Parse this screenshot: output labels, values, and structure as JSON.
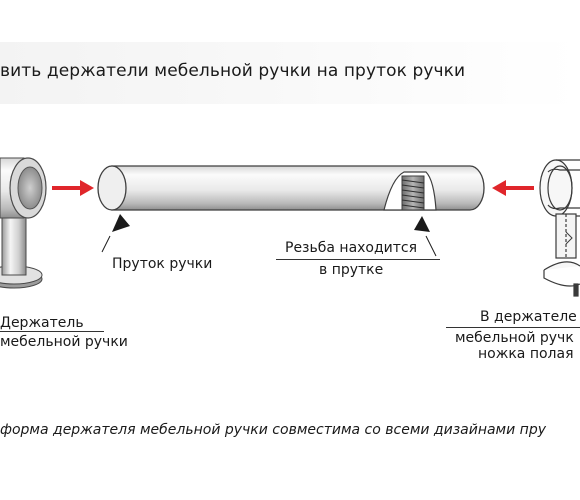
{
  "title": "вить держатели мебельной ручки на пруток ручки",
  "labels": {
    "rod": "Пруток ручки",
    "thread_line1": "Резьба находится",
    "thread_line2": "в прутке",
    "left_holder_line1": "Держатель",
    "left_holder_line2": "мебельной ручки",
    "right_holder_line1": "В держателе",
    "right_holder_line2": "мебельной ручк",
    "right_holder_line3": "ножка полая"
  },
  "footer": "форма держателя мебельной ручки совместима со всеми дизайнами пру",
  "colors": {
    "arrow": "#e0262b",
    "text": "#1a1a1a",
    "metal_light": "#f2f2f2",
    "metal_dark": "#8c8c8c"
  }
}
